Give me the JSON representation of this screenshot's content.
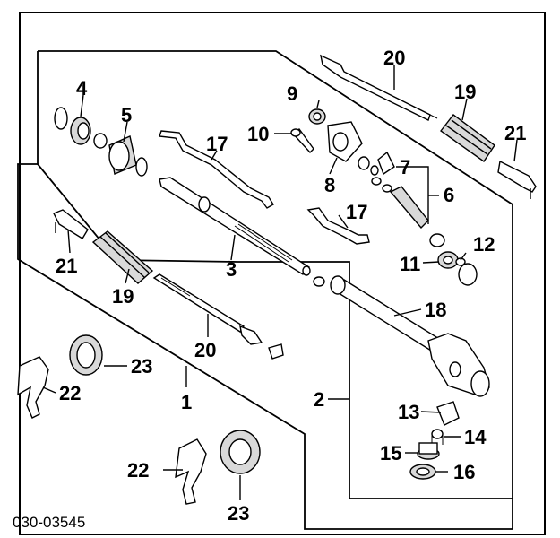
{
  "diagram": {
    "code": "030-03545",
    "callouts": [
      {
        "id": "c1",
        "label": "1"
      },
      {
        "id": "c2",
        "label": "2"
      },
      {
        "id": "c3",
        "label": "3"
      },
      {
        "id": "c4",
        "label": "4"
      },
      {
        "id": "c5",
        "label": "5"
      },
      {
        "id": "c6",
        "label": "6"
      },
      {
        "id": "c7",
        "label": "7"
      },
      {
        "id": "c8",
        "label": "8"
      },
      {
        "id": "c9",
        "label": "9"
      },
      {
        "id": "c10",
        "label": "10"
      },
      {
        "id": "c11",
        "label": "11"
      },
      {
        "id": "c12",
        "label": "12"
      },
      {
        "id": "c13",
        "label": "13"
      },
      {
        "id": "c14",
        "label": "14"
      },
      {
        "id": "c15",
        "label": "15"
      },
      {
        "id": "c16",
        "label": "16"
      },
      {
        "id": "c17a",
        "label": "17"
      },
      {
        "id": "c17b",
        "label": "17"
      },
      {
        "id": "c18",
        "label": "18"
      },
      {
        "id": "c19a",
        "label": "19"
      },
      {
        "id": "c19b",
        "label": "19"
      },
      {
        "id": "c20a",
        "label": "20"
      },
      {
        "id": "c20b",
        "label": "20"
      },
      {
        "id": "c21a",
        "label": "21"
      },
      {
        "id": "c21b",
        "label": "21"
      },
      {
        "id": "c22a",
        "label": "22"
      },
      {
        "id": "c22b",
        "label": "22"
      },
      {
        "id": "c23a",
        "label": "23"
      },
      {
        "id": "c23b",
        "label": "23"
      }
    ]
  }
}
